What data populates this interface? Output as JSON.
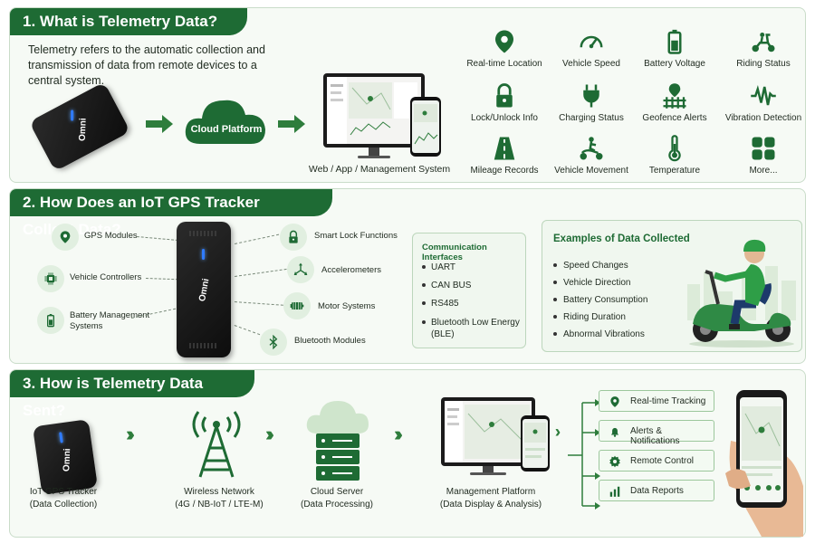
{
  "section1": {
    "title": "1. What is Telemetry Data?",
    "intro": "Telemetry refers to the automatic collection and transmission of data from remote devices to a central system.",
    "tracker_brand": "Omni",
    "cloud_label": "Cloud Platform",
    "system_label": "Web / App / Management System",
    "features": [
      {
        "label": "Real-time Location",
        "icon": "location-pin-icon"
      },
      {
        "label": "Vehicle Speed",
        "icon": "speedometer-icon"
      },
      {
        "label": "Battery Voltage",
        "icon": "battery-icon"
      },
      {
        "label": "Riding Status",
        "icon": "scooter-icon"
      },
      {
        "label": "Lock/Unlock Info",
        "icon": "lock-icon"
      },
      {
        "label": "Charging Status",
        "icon": "plug-icon"
      },
      {
        "label": "Geofence Alerts",
        "icon": "geofence-icon"
      },
      {
        "label": "Vibration Detection",
        "icon": "vibration-icon"
      },
      {
        "label": "Mileage Records",
        "icon": "road-icon"
      },
      {
        "label": "Vehicle Movement",
        "icon": "rider-icon"
      },
      {
        "label": "Temperature",
        "icon": "thermometer-icon"
      },
      {
        "label": "More...",
        "icon": "grid-icon"
      }
    ]
  },
  "section2": {
    "title": "2. How Does an IoT GPS Tracker Collect Data?",
    "tracker_brand": "Omni",
    "sources_left": [
      {
        "label": "GPS Modules",
        "icon": "location-pin-icon"
      },
      {
        "label": "Vehicle Controllers",
        "icon": "chip-icon"
      },
      {
        "label": "Battery Management Systems",
        "icon": "battery-icon"
      }
    ],
    "sources_right": [
      {
        "label": "Smart Lock Functions",
        "icon": "lock-icon"
      },
      {
        "label": "Accelerometers",
        "icon": "axes-icon"
      },
      {
        "label": "Motor Systems",
        "icon": "motor-icon"
      },
      {
        "label": "Bluetooth Modules",
        "icon": "bluetooth-icon"
      }
    ],
    "comm_title": "Communication Interfaces",
    "comm_items": [
      "UART",
      "CAN BUS",
      "RS485",
      "Bluetooth Low Energy (BLE)"
    ],
    "examples_title": "Examples of Data Collected",
    "examples": [
      "Speed Changes",
      "Vehicle Direction",
      "Battery Consumption",
      "Riding Duration",
      "Abnormal Vibrations"
    ]
  },
  "section3": {
    "title": "3. How is Telemetry Data Sent?",
    "tracker_brand": "Omni",
    "steps": [
      {
        "line1": "IoT GPS Tracker",
        "line2": "(Data Collection)"
      },
      {
        "line1": "Wireless Network",
        "line2": "(4G / NB-IoT / LTE-M)"
      },
      {
        "line1": "Cloud Server",
        "line2": "(Data Processing)"
      },
      {
        "line1": "Management Platform",
        "line2": "(Data Display & Analysis)"
      }
    ],
    "outputs": [
      {
        "label": "Real-time Tracking",
        "icon": "location-pin-icon"
      },
      {
        "label": "Alerts & Notifications",
        "icon": "bell-icon"
      },
      {
        "label": "Remote Control",
        "icon": "gear-icon"
      },
      {
        "label": "Data Reports",
        "icon": "bar-chart-icon"
      }
    ]
  },
  "colors": {
    "brand_green": "#1e6b34",
    "accent_green": "#2e7d3c",
    "panel_bg": "#f6faf5"
  }
}
